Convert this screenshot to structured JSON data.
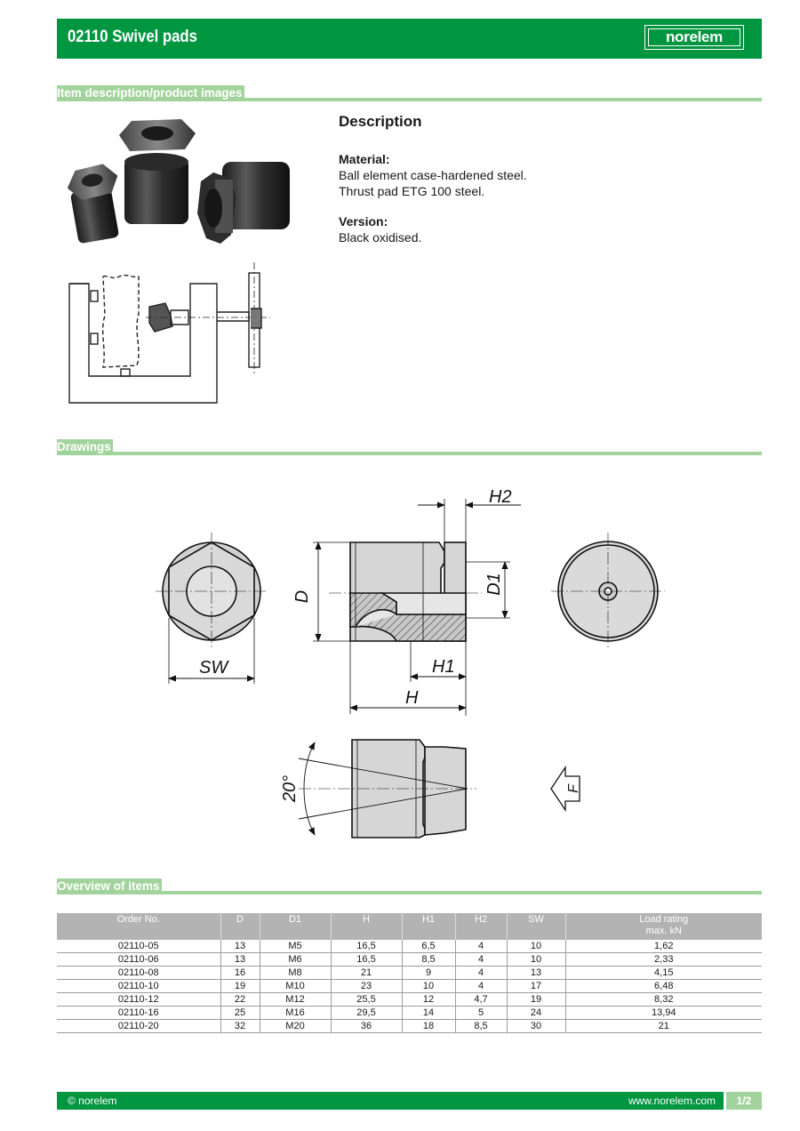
{
  "header": {
    "title": "02110 Swivel pads",
    "logo_text": "norelem"
  },
  "sections": {
    "item_description": "Item description/product images",
    "drawings": "Drawings",
    "overview": "Overview of items"
  },
  "description": {
    "heading": "Description",
    "material_label": "Material:",
    "material_lines": [
      "Ball element case-hardened steel.",
      "Thrust pad ETG 100 steel."
    ],
    "version_label": "Version:",
    "version_lines": [
      "Black oxidised."
    ]
  },
  "drawing_labels": {
    "h2": "H2",
    "d": "D",
    "d1": "D1",
    "h1": "H1",
    "h": "H",
    "sw": "SW",
    "angle": "20°",
    "force": "F"
  },
  "table": {
    "headers": [
      "Order No.",
      "D",
      "D1",
      "H",
      "H1",
      "H2",
      "SW",
      "Load rating\nmax. kN"
    ],
    "rows": [
      [
        "02110-05",
        "13",
        "M5",
        "16,5",
        "6,5",
        "4",
        "10",
        "1,62"
      ],
      [
        "02110-06",
        "13",
        "M6",
        "16,5",
        "8,5",
        "4",
        "10",
        "2,33"
      ],
      [
        "02110-08",
        "16",
        "M8",
        "21",
        "9",
        "4",
        "13",
        "4,15"
      ],
      [
        "02110-10",
        "19",
        "M10",
        "23",
        "10",
        "4",
        "17",
        "6,48"
      ],
      [
        "02110-12",
        "22",
        "M12",
        "25,5",
        "12",
        "4,7",
        "19",
        "8,32"
      ],
      [
        "02110-16",
        "25",
        "M16",
        "29,5",
        "14",
        "5",
        "24",
        "13,94"
      ],
      [
        "02110-20",
        "32",
        "M20",
        "36",
        "18",
        "8,5",
        "30",
        "21"
      ]
    ]
  },
  "footer": {
    "copyright": "© norelem",
    "url": "www.norelem.com",
    "page": "1/2"
  },
  "colors": {
    "brand_green": "#009640",
    "light_green": "#a3d39c",
    "table_header": "#b3b3b3"
  }
}
